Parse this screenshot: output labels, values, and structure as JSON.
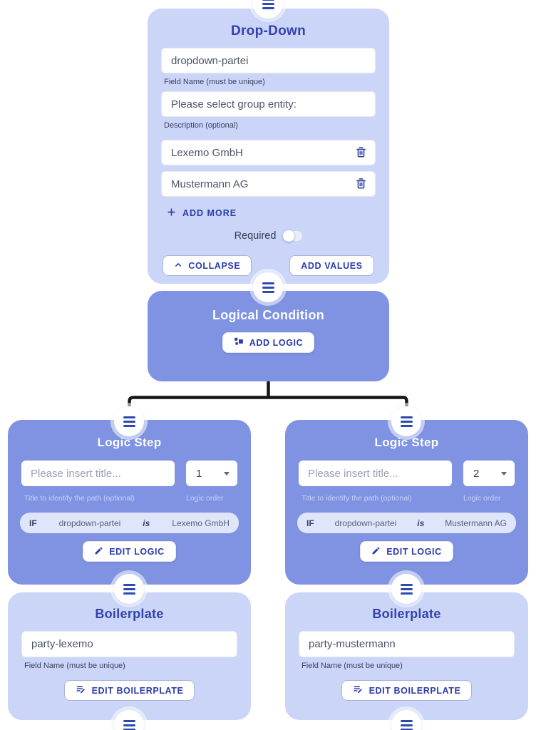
{
  "colors": {
    "light_card": "#cbd5f7",
    "dark_card": "#8093e3",
    "accent_blue": "#2b3cab",
    "title_blue": "#3342ae",
    "condition_pill": "#dfe5fb",
    "connector_line": "#161616"
  },
  "dropdown_card": {
    "title": "Drop-Down",
    "field_name_value": "dropdown-partei",
    "field_name_label": "Field Name (must be unique)",
    "description_value": "Please select group entity:",
    "description_label": "Description (optional)",
    "values": [
      "Lexemo GmbH",
      "Mustermann AG"
    ],
    "add_more_label": "ADD MORE",
    "required_label": "Required",
    "collapse_label": "COLLAPSE",
    "add_values_label": "ADD VALUES"
  },
  "logical_condition_card": {
    "title": "Logical Condition",
    "add_logic_label": "ADD LOGIC"
  },
  "logic_steps": [
    {
      "title": "Logic Step",
      "title_placeholder": "Please insert title...",
      "title_help": "Title to identify the path (optional)",
      "order_value": "1",
      "order_help": "Logic order",
      "condition_if": "IF",
      "condition_field": "dropdown-partei",
      "condition_operator": "is",
      "condition_value": "Lexemo GmbH",
      "edit_logic_label": "EDIT LOGIC"
    },
    {
      "title": "Logic Step",
      "title_placeholder": "Please insert title...",
      "title_help": "Title to identify the path (optional)",
      "order_value": "2",
      "order_help": "Logic order",
      "condition_if": "IF",
      "condition_field": "dropdown-partei",
      "condition_operator": "is",
      "condition_value": "Mustermann AG",
      "edit_logic_label": "EDIT LOGIC"
    }
  ],
  "boilerplate_cards": [
    {
      "title": "Boilerplate",
      "field_name_value": "party-lexemo",
      "field_name_label": "Field Name (must be unique)",
      "edit_label": "EDIT BOILERPLATE"
    },
    {
      "title": "Boilerplate",
      "field_name_value": "party-mustermann",
      "field_name_label": "Field Name (must be unique)",
      "edit_label": "EDIT BOILERPLATE"
    }
  ]
}
